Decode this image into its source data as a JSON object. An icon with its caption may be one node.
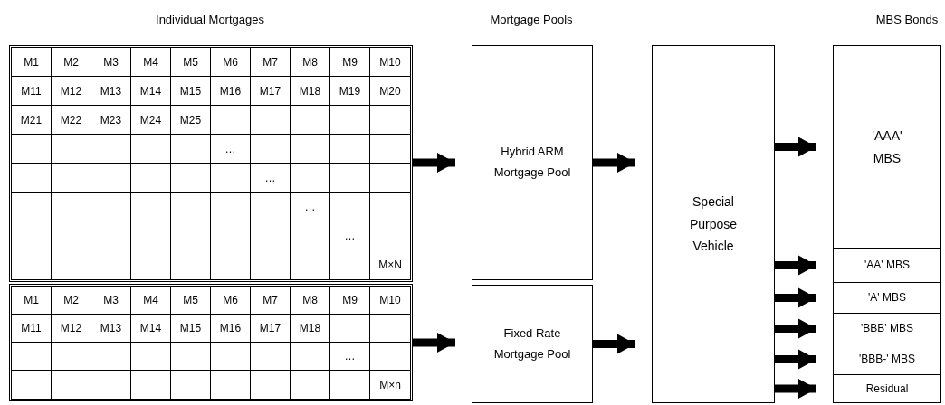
{
  "diagram": {
    "nodes": [
      {
        "text": [
          "M1",
          "M2",
          "M3",
          "M4",
          "M5",
          "M6",
          "M7",
          "M8",
          "M9",
          "M10",
          "M11",
          "M12",
          "M13",
          "M14",
          "M15",
          "M16",
          "M17",
          "M18",
          "M19",
          "M20",
          "M21",
          "M22",
          "M23",
          "M24",
          "M25",
          "…",
          "…",
          "…",
          "…",
          "M×N"
        ]
      },
      {
        "text": [
          "M1",
          "M2",
          "M3",
          "M4",
          "M5",
          "M6",
          "M7",
          "M8",
          "M9",
          "M10",
          "M11",
          "M12",
          "M13",
          "M14",
          "M15",
          "M16",
          "M17",
          "M18",
          "…",
          "M×n"
        ]
      },
      {
        "text": [
          "Hybrid ARM Mortgage Pool"
        ]
      },
      {
        "text": [
          "Fixed Rate Mortgage Pool"
        ]
      },
      {
        "text": [
          "Special Purpose Vehicle"
        ]
      },
      {
        "text": [
          "'AAA' MBS"
        ]
      },
      {
        "text": [
          "'AA' MBS"
        ]
      },
      {
        "text": [
          "'A' MBS"
        ]
      },
      {
        "text": [
          "'BBB' MBS"
        ]
      },
      {
        "text": [
          "'BBB-' MBS"
        ]
      },
      {
        "text": [
          "Residual"
        ]
      }
    ],
    "edges": [
      {
        "from": 0,
        "to": 2,
        "arrow": "to"
      },
      {
        "from": 1,
        "to": 3,
        "arrow": "to"
      },
      {
        "from": 2,
        "to": 4,
        "arrow": "to"
      },
      {
        "from": 3,
        "to": 4,
        "arrow": "to"
      },
      {
        "from": 4,
        "to": 5,
        "arrow": "to"
      },
      {
        "from": 4,
        "to": 6,
        "arrow": "to"
      },
      {
        "from": 4,
        "to": 7,
        "arrow": "to"
      },
      {
        "from": 4,
        "to": 8,
        "arrow": "to"
      },
      {
        "from": 4,
        "to": 9,
        "arrow": "to"
      },
      {
        "from": 4,
        "to": 10,
        "arrow": "to"
      }
    ],
    "labels": [
      "Individual Mortgages",
      "Mortgage Pools",
      "MBS Bonds"
    ]
  }
}
